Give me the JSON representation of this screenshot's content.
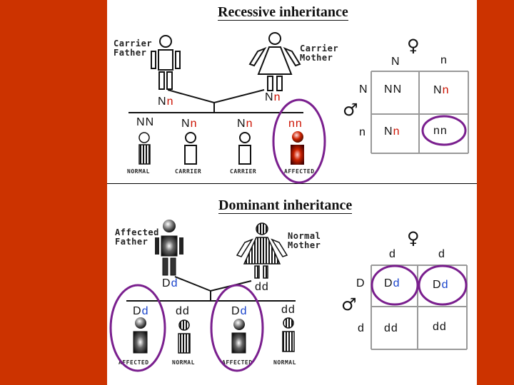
{
  "recessive": {
    "title": "Recessive inheritance",
    "father_label": [
      "Carrier",
      "Father"
    ],
    "mother_label": [
      "Carrier",
      "Mother"
    ],
    "father_genotype": [
      "N",
      "n"
    ],
    "mother_genotype": [
      "N",
      "n"
    ],
    "children": [
      {
        "genotype": [
          "N",
          "N"
        ],
        "status": "NORMAL"
      },
      {
        "genotype": [
          "N",
          "n"
        ],
        "status": "CARRIER"
      },
      {
        "genotype": [
          "N",
          "n"
        ],
        "status": "CARRIER"
      },
      {
        "genotype": [
          "n",
          "n"
        ],
        "status": "AFFECTED"
      }
    ],
    "punnett": {
      "female_header": [
        "N",
        "n"
      ],
      "male_header": [
        "N",
        "n"
      ],
      "cells": [
        [
          [
            "N",
            "N"
          ],
          [
            "N",
            "n"
          ]
        ],
        [
          [
            "N",
            "n"
          ],
          [
            "n",
            "n"
          ]
        ]
      ]
    }
  },
  "dominant": {
    "title": "Dominant inheritance",
    "father_label": [
      "Affected",
      "Father"
    ],
    "mother_label": [
      "Normal",
      "Mother"
    ],
    "father_genotype": [
      "D",
      "d"
    ],
    "mother_genotype": [
      "d",
      "d"
    ],
    "children": [
      {
        "genotype": [
          "D",
          "d"
        ],
        "status": "AFFECTED"
      },
      {
        "genotype": [
          "d",
          "d"
        ],
        "status": "NORMAL"
      },
      {
        "genotype": [
          "D",
          "d"
        ],
        "status": "AFFECTED"
      },
      {
        "genotype": [
          "d",
          "d"
        ],
        "status": "NORMAL"
      }
    ],
    "punnett": {
      "female_header": [
        "d",
        "d"
      ],
      "male_header": [
        "D",
        "d"
      ],
      "cells": [
        [
          [
            "D",
            "d"
          ],
          [
            "D",
            "d"
          ]
        ],
        [
          [
            "d",
            "d"
          ],
          [
            "d",
            "d"
          ]
        ]
      ]
    }
  },
  "symbols": {
    "female": "♀",
    "male": "♂"
  },
  "colors": {
    "background": "#cc3300",
    "recessive_allele": "#cc1100",
    "dominant_allele": "#1a44cc",
    "highlight": "#7a1f8e"
  }
}
